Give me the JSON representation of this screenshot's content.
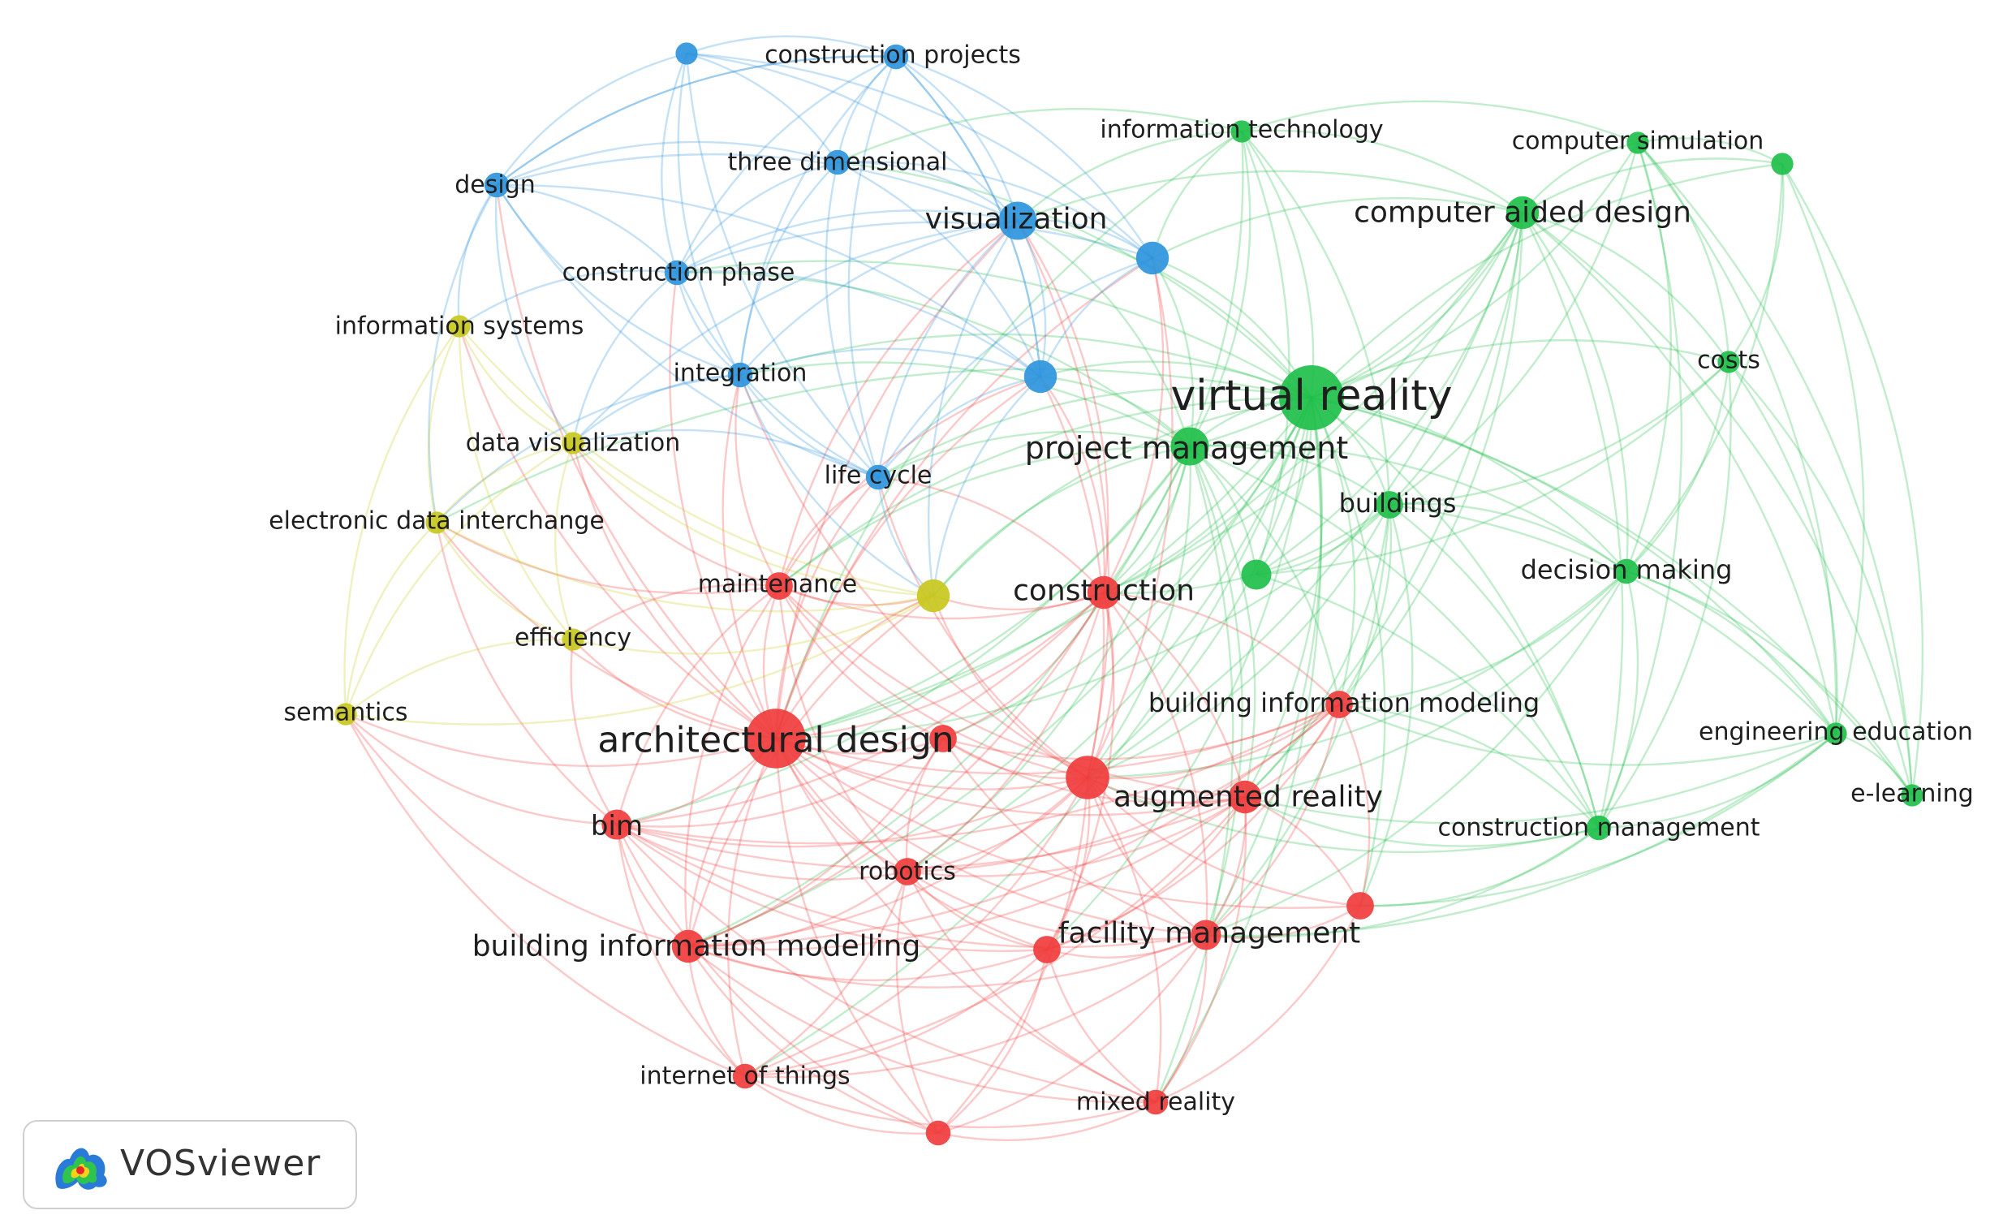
{
  "chart_data": {
    "type": "network",
    "software": "VOSviewer",
    "clusters": [
      {
        "id": "red",
        "color": "#f03c3c"
      },
      {
        "id": "green",
        "color": "#1fbf4a"
      },
      {
        "id": "blue",
        "color": "#2e95dd"
      },
      {
        "id": "yellow",
        "color": "#c8c81e"
      }
    ],
    "nodes": [
      {
        "label": "virtual reality",
        "cluster": "green",
        "weight": 10
      },
      {
        "label": "project management",
        "cluster": "green",
        "weight": 5
      },
      {
        "label": "computer aided design",
        "cluster": "green",
        "weight": 4
      },
      {
        "label": "buildings",
        "cluster": "green",
        "weight": 3
      },
      {
        "label": "decision making",
        "cluster": "green",
        "weight": 2.5
      },
      {
        "label": "information technology",
        "cluster": "green",
        "weight": 2
      },
      {
        "label": "computer simulation",
        "cluster": "green",
        "weight": 2
      },
      {
        "label": "",
        "cluster": "green",
        "weight": 2
      },
      {
        "label": "costs",
        "cluster": "green",
        "weight": 2
      },
      {
        "label": "",
        "cluster": "green",
        "weight": 3.5
      },
      {
        "label": "engineering education",
        "cluster": "green",
        "weight": 2
      },
      {
        "label": "e-learning",
        "cluster": "green",
        "weight": 2
      },
      {
        "label": "construction management",
        "cluster": "green",
        "weight": 2.5
      },
      {
        "label": "architectural design",
        "cluster": "red",
        "weight": 9
      },
      {
        "label": "",
        "cluster": "red",
        "weight": 6
      },
      {
        "label": "augmented reality",
        "cluster": "red",
        "weight": 4
      },
      {
        "label": "construction",
        "cluster": "red",
        "weight": 4
      },
      {
        "label": "building information modeling",
        "cluster": "red",
        "weight": 3
      },
      {
        "label": "bim",
        "cluster": "red",
        "weight": 3.5
      },
      {
        "label": "building information modelling",
        "cluster": "red",
        "weight": 4
      },
      {
        "label": "facility management",
        "cluster": "red",
        "weight": 3.5
      },
      {
        "label": "robotics",
        "cluster": "red",
        "weight": 3
      },
      {
        "label": "maintenance",
        "cluster": "red",
        "weight": 3
      },
      {
        "label": "",
        "cluster": "red",
        "weight": 3
      },
      {
        "label": "",
        "cluster": "red",
        "weight": 3
      },
      {
        "label": "internet of things",
        "cluster": "red",
        "weight": 2.5
      },
      {
        "label": "mixed reality",
        "cluster": "red",
        "weight": 2.5
      },
      {
        "label": "",
        "cluster": "red",
        "weight": 2.5
      },
      {
        "label": "",
        "cluster": "red",
        "weight": 3
      },
      {
        "label": "visualization",
        "cluster": "blue",
        "weight": 5
      },
      {
        "label": "",
        "cluster": "blue",
        "weight": 4
      },
      {
        "label": "",
        "cluster": "blue",
        "weight": 4
      },
      {
        "label": "construction projects",
        "cluster": "blue",
        "weight": 2.5
      },
      {
        "label": "three dimensional",
        "cluster": "blue",
        "weight": 2.5
      },
      {
        "label": "design",
        "cluster": "blue",
        "weight": 2.5
      },
      {
        "label": "construction phase",
        "cluster": "blue",
        "weight": 2.5
      },
      {
        "label": "integration",
        "cluster": "blue",
        "weight": 2.5
      },
      {
        "label": "life cycle",
        "cluster": "blue",
        "weight": 2.5
      },
      {
        "label": "",
        "cluster": "blue",
        "weight": 2
      },
      {
        "label": "information systems",
        "cluster": "yellow",
        "weight": 2
      },
      {
        "label": "data visualization",
        "cluster": "yellow",
        "weight": 2
      },
      {
        "label": "electronic data interchange",
        "cluster": "yellow",
        "weight": 2
      },
      {
        "label": "efficiency",
        "cluster": "yellow",
        "weight": 2
      },
      {
        "label": "semantics",
        "cluster": "yellow",
        "weight": 2
      },
      {
        "label": "",
        "cluster": "yellow",
        "weight": 4
      }
    ]
  },
  "logo": {
    "text": "VOSviewer",
    "icon": "vosviewer-logo-icon"
  }
}
